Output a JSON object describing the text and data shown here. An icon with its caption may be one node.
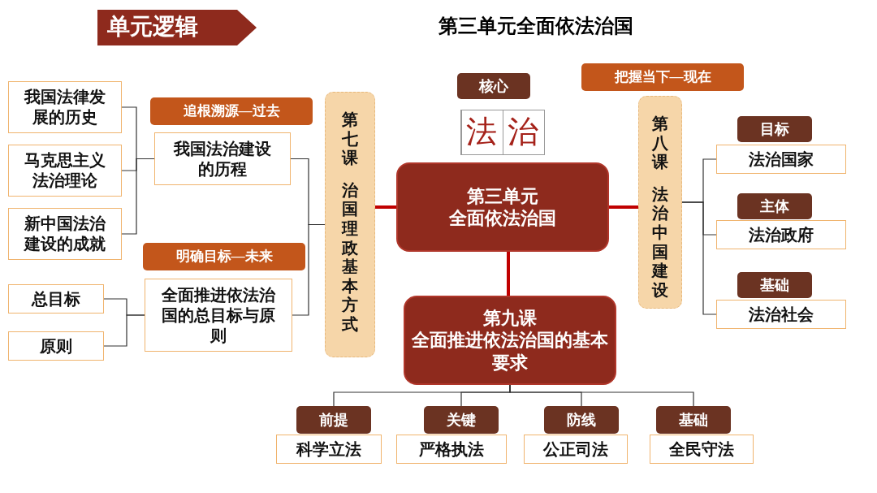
{
  "diagram": {
    "title": "第三单元全面依法治国",
    "nodes": [
      {
        "text": [
          "核心"
        ]
      },
      {
        "text": [
          "法治"
        ]
      },
      {
        "text": [
          "把握当下—现在"
        ]
      },
      {
        "text": [
          "我国法律发展的历史"
        ]
      },
      {
        "text": [
          "追根溯源—过去"
        ]
      },
      {
        "text": [
          "第七课",
          "治国理政基本方式"
        ]
      },
      {
        "text": [
          "第八课",
          "法治中国建设"
        ]
      },
      {
        "text": [
          "目标"
        ]
      },
      {
        "text": [
          "法治国家"
        ]
      },
      {
        "text": [
          "马克思主义法治理论"
        ]
      },
      {
        "text": [
          "我国法治建设的历程"
        ]
      },
      {
        "text": [
          "第三单元",
          "全面依法治国"
        ]
      },
      {
        "text": [
          "主体"
        ]
      },
      {
        "text": [
          "法治政府"
        ]
      },
      {
        "text": [
          "新中国法治建设的成就"
        ]
      },
      {
        "text": [
          "明确目标—未来"
        ]
      },
      {
        "text": [
          "总目标"
        ]
      },
      {
        "text": [
          "全面推进依法治国的总目标与原则"
        ]
      },
      {
        "text": [
          "基础"
        ]
      },
      {
        "text": [
          "法治社会"
        ]
      },
      {
        "text": [
          "原则"
        ]
      },
      {
        "text": [
          "第九课",
          "全面推进依法治国的基本要求"
        ]
      },
      {
        "text": [
          "前提"
        ]
      },
      {
        "text": [
          "关键"
        ]
      },
      {
        "text": [
          "防线"
        ]
      },
      {
        "text": [
          "基础"
        ]
      },
      {
        "text": [
          "科学立法"
        ]
      },
      {
        "text": [
          "严格执法"
        ]
      },
      {
        "text": [
          "公正司法"
        ]
      },
      {
        "text": [
          "全民守法"
        ]
      }
    ],
    "edges": [
      {
        "from": 3,
        "to": 10,
        "arrow": "none"
      },
      {
        "from": 9,
        "to": 10,
        "arrow": "none"
      },
      {
        "from": 14,
        "to": 10,
        "arrow": "none"
      },
      {
        "from": 16,
        "to": 17,
        "arrow": "none"
      },
      {
        "from": 20,
        "to": 17,
        "arrow": "none"
      },
      {
        "from": 10,
        "to": 5,
        "arrow": "none"
      },
      {
        "from": 17,
        "to": 5,
        "arrow": "none"
      },
      {
        "from": 11,
        "to": 5,
        "arrow": "none",
        "style": "thick",
        "color": "#c00000"
      },
      {
        "from": 11,
        "to": 6,
        "arrow": "none",
        "style": "thick",
        "color": "#c00000"
      },
      {
        "from": 11,
        "to": 21,
        "arrow": "none",
        "style": "thick",
        "color": "#c00000"
      },
      {
        "from": 6,
        "to": 8,
        "arrow": "none"
      },
      {
        "from": 6,
        "to": 13,
        "arrow": "none"
      },
      {
        "from": 6,
        "to": 19,
        "arrow": "none"
      },
      {
        "from": 21,
        "to": 22,
        "arrow": "none"
      },
      {
        "from": 21,
        "to": 23,
        "arrow": "none"
      },
      {
        "from": 21,
        "to": 24,
        "arrow": "none"
      },
      {
        "from": 21,
        "to": 25,
        "arrow": "none"
      }
    ],
    "labels": [
      "单元逻辑"
    ]
  }
}
